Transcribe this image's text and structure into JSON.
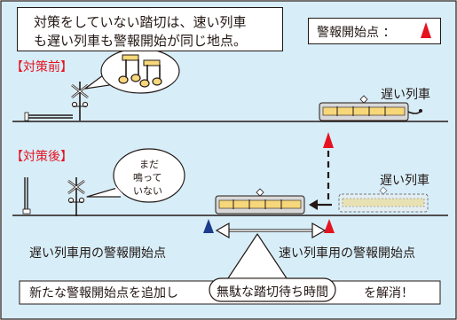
{
  "header": {
    "description_line1": "対策をしていない踏切は、速い列車",
    "description_line2": "も遅い列車も警報開始が同じ地点。",
    "legend_label": "警報開始点 ：",
    "legend_marker_color": "#e6121f"
  },
  "before": {
    "section_label": "【対策前】",
    "train_label": "遅い列車",
    "bubble_icon": "music-notes-icon"
  },
  "after": {
    "section_label": "【対策後】",
    "train_label": "遅い列車",
    "bubble_line1": "まだ",
    "bubble_line2": "鳴って",
    "bubble_line3": "いない",
    "slow_start_label": "遅い列車用の警報開始点",
    "fast_start_label": "速い列車用の警報開始点",
    "slow_marker_color": "#1e3c8c",
    "fast_marker_color": "#e6121f"
  },
  "footer": {
    "text_before": "新たな警報開始点を追加し",
    "highlight": "無駄な踏切待ち時間",
    "text_after": "を解消！"
  },
  "colors": {
    "panel_background": "#d7eef9",
    "section_label": "#e6121f",
    "train_body": "#d8d8d8",
    "train_window_band": "#f6d77a",
    "arrow": "#231815"
  }
}
